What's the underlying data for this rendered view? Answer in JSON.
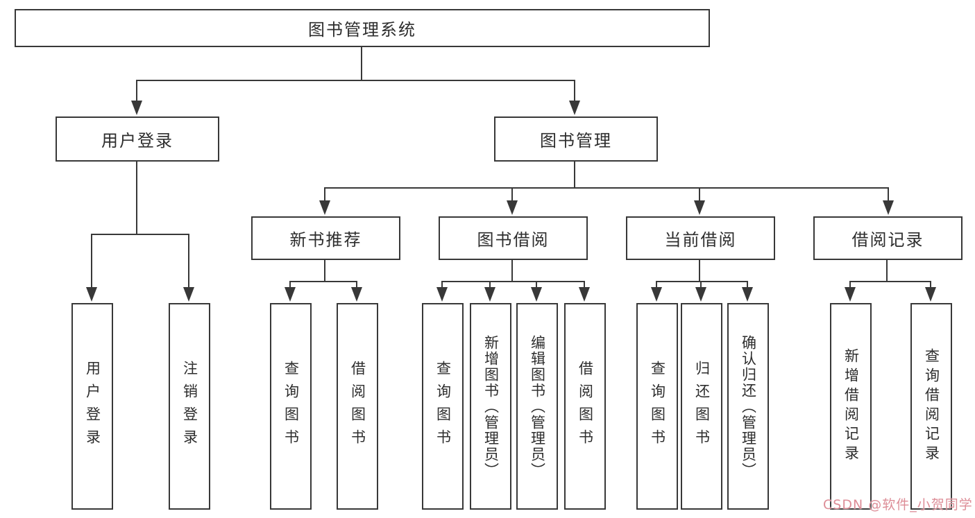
{
  "tree": {
    "root": {
      "label": "图书管理系统"
    },
    "branches": [
      {
        "label": "用户登录",
        "children": [
          {
            "label": "用户登录"
          },
          {
            "label": "注销登录"
          }
        ]
      },
      {
        "label": "图书管理",
        "children": [
          {
            "label": "新书推荐",
            "children": [
              {
                "label": "查询图书"
              },
              {
                "label": "借阅图书"
              }
            ]
          },
          {
            "label": "图书借阅",
            "children": [
              {
                "label": "查询图书"
              },
              {
                "label": "新增图书（管理员）"
              },
              {
                "label": "编辑图书（管理员）"
              },
              {
                "label": "借阅图书"
              }
            ]
          },
          {
            "label": "当前借阅",
            "children": [
              {
                "label": "查询图书"
              },
              {
                "label": "归还图书"
              },
              {
                "label": "确认归还（管理员）"
              }
            ]
          },
          {
            "label": "借阅记录",
            "children": [
              {
                "label": "新增借阅记录"
              },
              {
                "label": "查询借阅记录"
              }
            ]
          }
        ]
      }
    ]
  },
  "watermark": {
    "text": "CSDN @软件_小贺同学"
  },
  "colors": {
    "line": "#383838",
    "text": "#2d2d2d",
    "background": "#ffffff",
    "watermark": "#dd8d97"
  }
}
